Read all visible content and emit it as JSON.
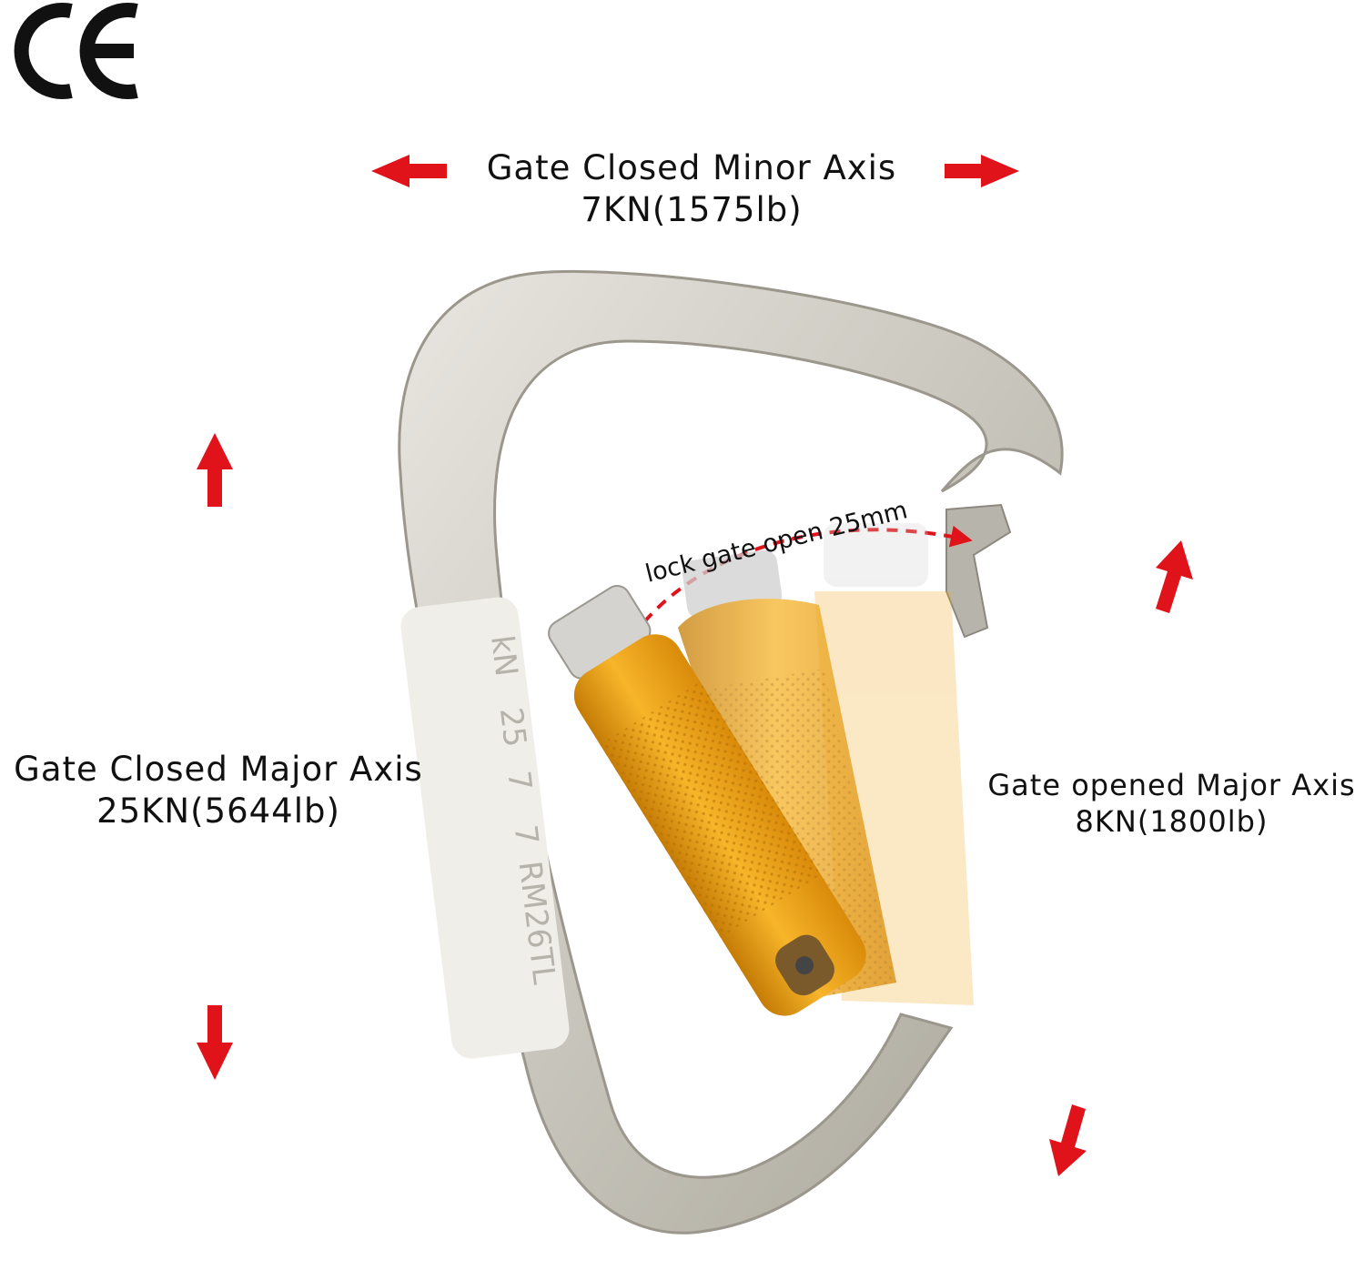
{
  "certification_mark": "CE",
  "labels": {
    "minor_axis": {
      "title": "Gate Closed Minor Axis",
      "value": "7KN(1575lb)"
    },
    "major_axis": {
      "title": "Gate Closed Major Axis",
      "value": "25KN(5644lb)"
    },
    "gate_open": {
      "title": "Gate opened Major Axis",
      "value": "8KN(1800lb)"
    },
    "gate_travel": "lock gate open 25mm"
  },
  "engraving": [
    "kN",
    "25",
    "7",
    "7",
    "RM26TL"
  ],
  "colors": {
    "arrow": "#e0131b",
    "frame": "#d9d7d0",
    "sleeve": "#f0a418",
    "text": "#111111"
  }
}
